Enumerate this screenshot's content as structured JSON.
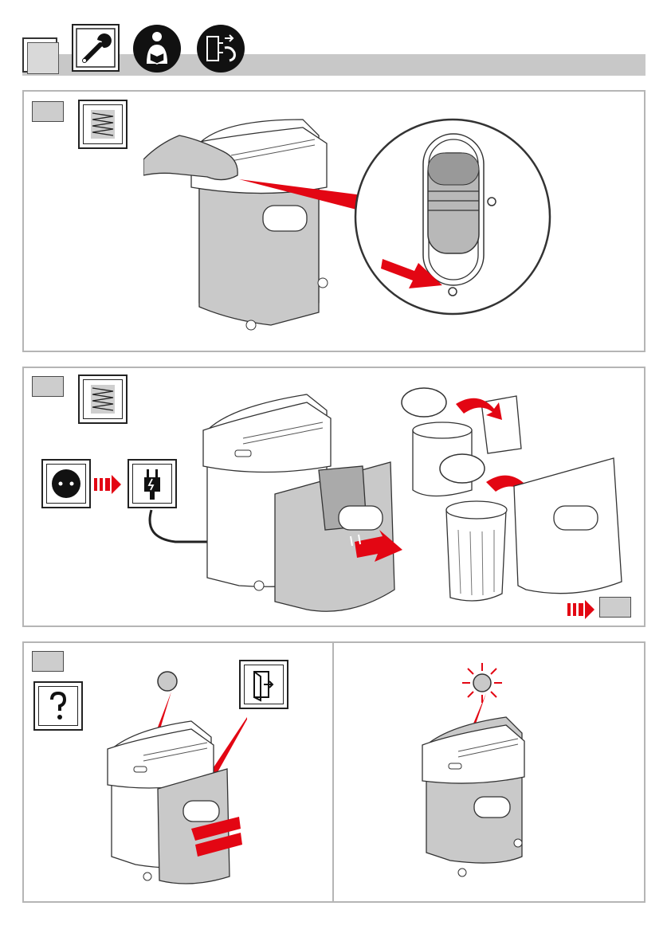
{
  "colors": {
    "accent": "#e30613",
    "panel_border": "#b5b5b5",
    "bin_fill": "#c9c9c9",
    "header_bar": "#c8c8c8"
  },
  "header": {
    "icons": [
      "wrench-icon",
      "read-manual-icon",
      "unplug-icon"
    ]
  },
  "panels": [
    {
      "id": "step-1",
      "icons": [
        "shred-mode-icon"
      ],
      "description_icons": [
        "slider-switch-detail-icon",
        "arrow-icon"
      ]
    },
    {
      "id": "step-2",
      "icons": [
        "shred-mode-icon",
        "socket-icon",
        "plug-icon",
        "empty-bin-icon"
      ]
    },
    {
      "id": "step-3",
      "icons": [
        "help-icon",
        "door-icon",
        "indicator-light-icon"
      ]
    }
  ]
}
